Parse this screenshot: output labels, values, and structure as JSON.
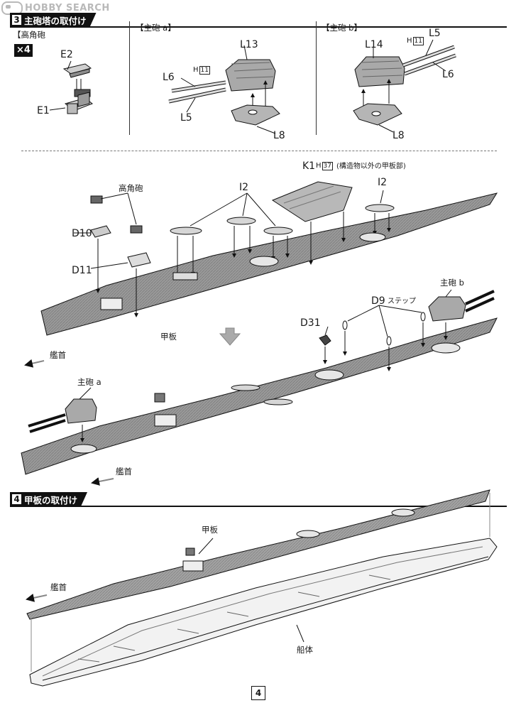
{
  "watermark": {
    "text": "HOBBY SEARCH"
  },
  "step3": {
    "number": "3",
    "title": "主砲塔の取付け",
    "panels": {
      "aa": {
        "title": "【高角砲",
        "multiplier": "×4",
        "parts": [
          "E2",
          "E1"
        ]
      },
      "main_a": {
        "title": "【主砲 a】",
        "parts": [
          "L13",
          "L6",
          "L5",
          "L8"
        ],
        "h_label": "H",
        "h_num": "11"
      },
      "main_b": {
        "title": "【主砲 b】",
        "parts": [
          "L14",
          "L5",
          "L6",
          "L8"
        ],
        "h_label": "H",
        "h_num": "11"
      }
    },
    "deck": {
      "labels": {
        "k1": "K1",
        "k1_h": "H",
        "k1_hnum": "37",
        "k1_note": "(構造物以外の甲板部)",
        "i2_a": "I2",
        "i2_b": "I2",
        "aa": "高角砲",
        "d10": "D10",
        "d11": "D11",
        "deck": "甲板",
        "bow1": "艦首",
        "d31": "D31",
        "d9": "D9",
        "step": "ステップ",
        "main_b": "主砲 b",
        "main_a": "主砲 a",
        "bow2": "艦首"
      }
    }
  },
  "step4": {
    "number": "4",
    "title": "甲板の取付け",
    "labels": {
      "deck": "甲板",
      "bow": "艦首",
      "hull": "船体"
    }
  },
  "page_number": "4"
}
